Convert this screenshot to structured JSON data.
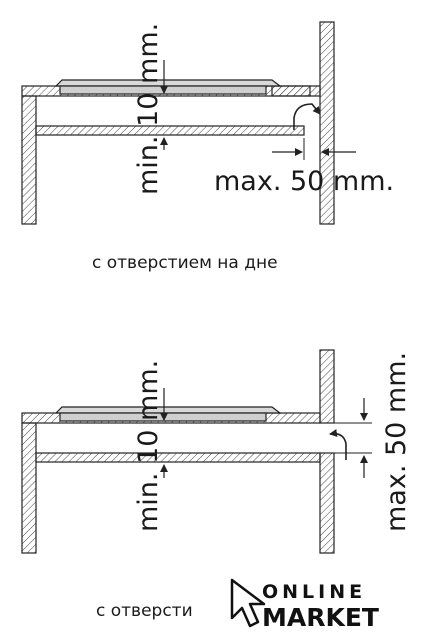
{
  "diagram_top": {
    "vertical_dimension": "min. 10 mm.",
    "horizontal_dimension": "max. 50 mm.",
    "caption": "с отверстием на дне"
  },
  "diagram_bottom": {
    "vertical_dimension": "min. 10 mm.",
    "side_dimension": "max. 50 mm.",
    "caption": "с отверсти"
  },
  "watermark": {
    "line1": "ONLINE",
    "line2": "MARKET"
  }
}
